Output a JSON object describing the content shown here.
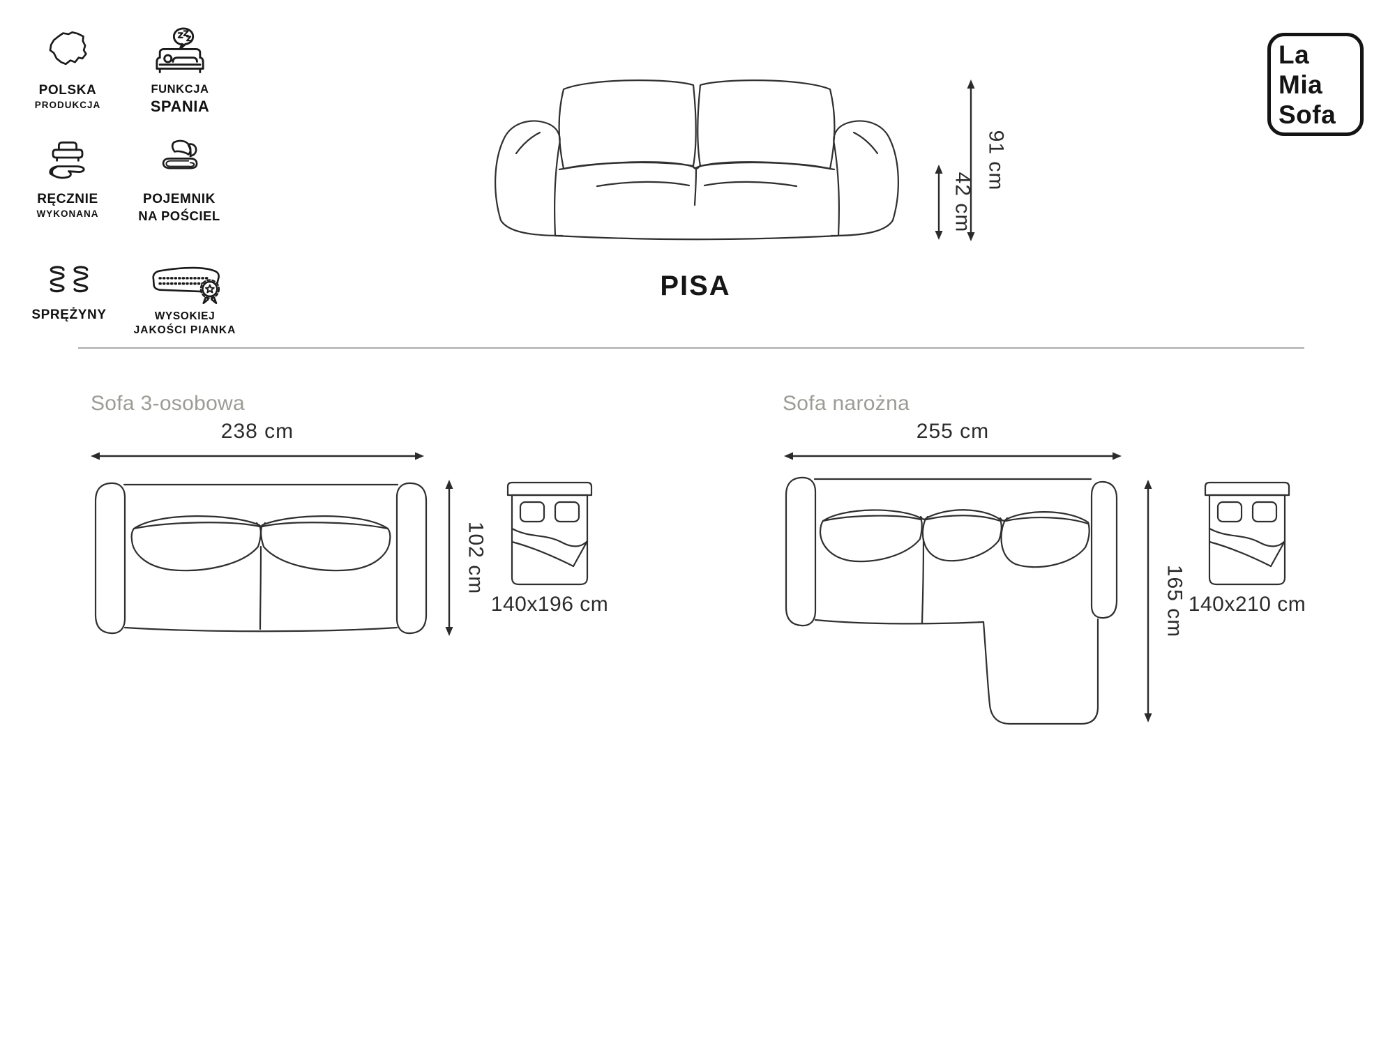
{
  "brand": {
    "line1": "La",
    "line2": "Mia",
    "line3": "Sofa"
  },
  "product": {
    "title": "PISA"
  },
  "features": [
    {
      "label": "POLSKA",
      "sublabel": "PRODUKCJA"
    },
    {
      "label": "FUNKCJA",
      "sublabel": "SPANIA"
    },
    {
      "label": "RĘCZNIE",
      "sublabel": "WYKONANA"
    },
    {
      "label": "POJEMNIK",
      "sublabel": "NA POŚCIEL"
    },
    {
      "label": "SPRĘŻYNY",
      "sublabel": ""
    },
    {
      "label": "WYSOKIEJ",
      "sublabel": "JAKOŚCI PIANKA"
    }
  ],
  "front_view": {
    "height": "91 cm",
    "seat_height": "42 cm"
  },
  "variants": [
    {
      "heading": "Sofa 3-osobowa",
      "width": "238 cm",
      "depth": "102 cm",
      "bed_size": "140x196 cm"
    },
    {
      "heading": "Sofa narożna",
      "width": "255 cm",
      "depth": "165 cm",
      "bed_size": "140x210 cm"
    }
  ],
  "colors": {
    "line_art": "#2f2f2f",
    "icon": "#1a1a1a",
    "heading_gray": "#9c9c96",
    "text": "#2b2b2b"
  }
}
